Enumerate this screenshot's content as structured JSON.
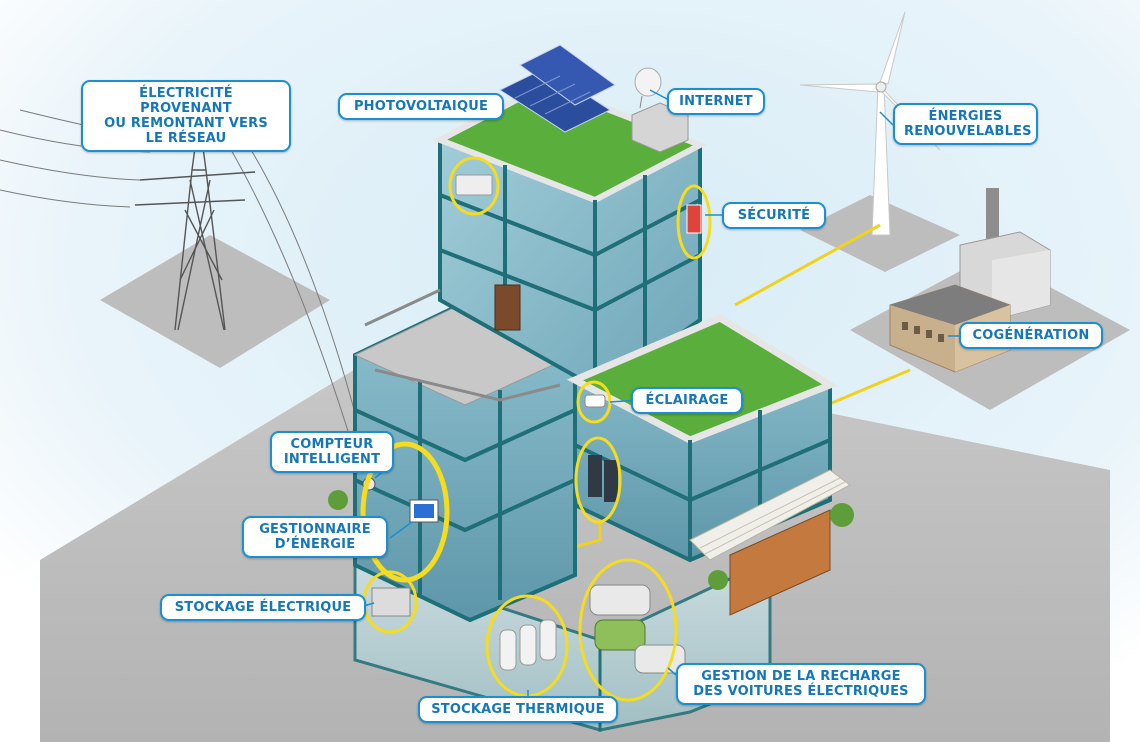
{
  "labels": {
    "grid": "ÉLECTRICITÉ PROVENANT\nOU REMONTANT VERS\nLE RÉSEAU",
    "photovoltaic": "PHOTOVOLTAIQUE",
    "internet": "INTERNET",
    "renewables": "ÉNERGIES\nRENOUVELABLES",
    "security": "SÉCURITÉ",
    "cogeneration": "COGÉNÉRATION",
    "lighting": "ÉCLAIRAGE",
    "smart_meter": "COMPTEUR\nINTELLIGENT",
    "energy_manager": "GESTIONNAIRE\nD’ÉNERGIE",
    "electric_storage": "STOCKAGE ÉLECTRIQUE",
    "thermal_storage": "STOCKAGE THERMIQUE",
    "ev_charging": "GESTION DE LA RECHARGE\nDES VOITURES ÉLECTRIQUES"
  },
  "colors": {
    "callout_border": "#1a8fd1",
    "callout_text": "#1577b8",
    "highlight": "#f5dc1e",
    "glass": "#7fb3c4",
    "frame": "#1f6f78",
    "roof_green": "#5aae3c"
  },
  "icons": [
    "power-pylon-icon",
    "wind-turbine-icon",
    "cogeneration-plant-icon",
    "solar-panel-icon",
    "satellite-dish-icon"
  ]
}
